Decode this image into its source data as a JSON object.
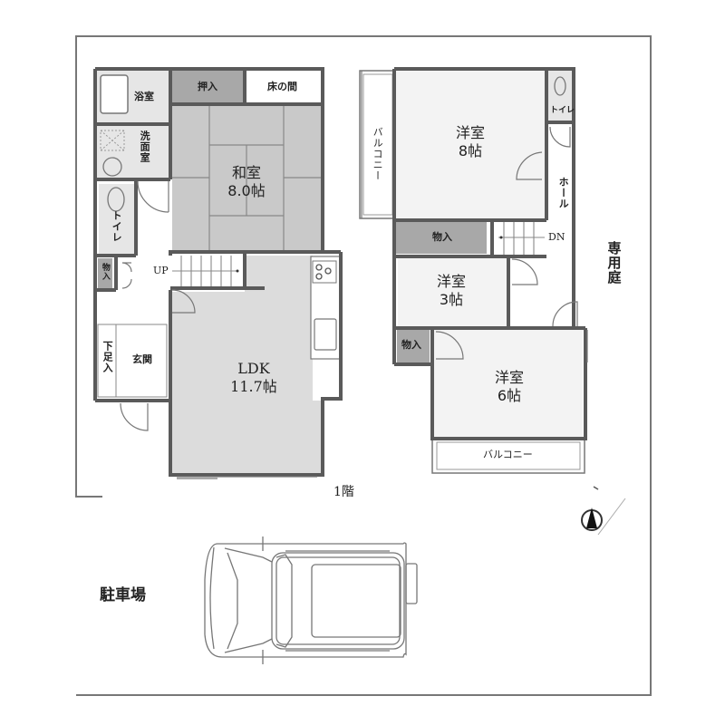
{
  "floor_label": "1階",
  "site": {
    "parking_label": "駐車場",
    "private_garden_label": "専用庭"
  },
  "first_floor": {
    "rooms": [
      {
        "id": "bath",
        "label": "浴室"
      },
      {
        "id": "washroom",
        "label": "洗面室"
      },
      {
        "id": "toilet",
        "label": "トイレ"
      },
      {
        "id": "storage",
        "label": "物入"
      },
      {
        "id": "shoe_storage",
        "label": "下足入"
      },
      {
        "id": "entrance",
        "label": "玄関"
      },
      {
        "id": "closet",
        "label": "押入"
      },
      {
        "id": "tokonoma",
        "label": "床の間"
      },
      {
        "id": "washitsu",
        "label": "和室",
        "size": "8.0帖"
      },
      {
        "id": "ldk",
        "label": "LDK",
        "size": "11.7帖"
      }
    ],
    "stairs_label": "UP"
  },
  "second_floor": {
    "rooms": [
      {
        "id": "balcony_west",
        "label": "バルコニー"
      },
      {
        "id": "western_8",
        "label": "洋室",
        "size": "8帖"
      },
      {
        "id": "toilet2",
        "label": "トイレ"
      },
      {
        "id": "hall",
        "label": "ホール"
      },
      {
        "id": "storage_a",
        "label": "物入"
      },
      {
        "id": "western_3",
        "label": "洋室",
        "size": "3帖"
      },
      {
        "id": "storage_b",
        "label": "物入"
      },
      {
        "id": "western_6",
        "label": "洋室",
        "size": "6帖"
      },
      {
        "id": "balcony_south",
        "label": "バルコニー"
      }
    ],
    "stairs_label": "DN"
  },
  "north_arrow": "compass-north",
  "colors": {
    "wall": "#5a5a5a",
    "tatami": "#c9c9c9",
    "floor_grey": "#dcdcdc",
    "storage_grey": "#a8a8a8",
    "light_grey": "#e6e6e6"
  }
}
